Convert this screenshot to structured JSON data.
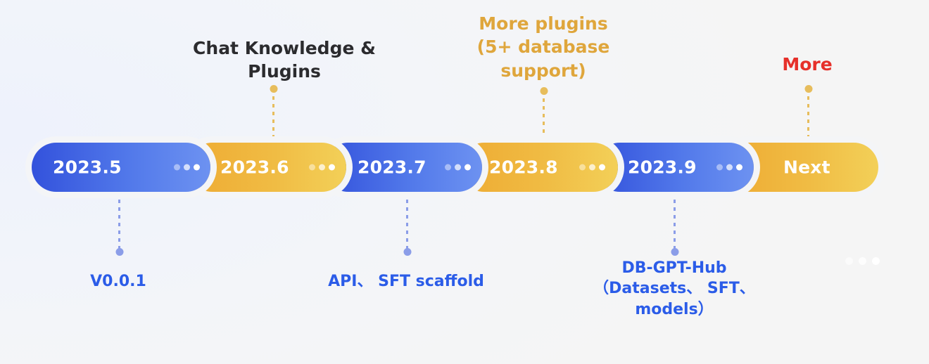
{
  "theme": {
    "background": "#f5f5f5",
    "blue_start": "#3352dc",
    "blue_end": "#6d92f1",
    "gold_start": "#eeab33",
    "gold_end": "#f3d058",
    "text_dark": "#2b2b2e",
    "text_gold": "#dfa63c",
    "text_red": "#e6302a",
    "text_blue": "#2b5ce8",
    "connector_gold": "#e7bd5c",
    "connector_blue": "#8b9de8"
  },
  "timeline": {
    "segments": [
      {
        "label": "2023.5",
        "color": "blue",
        "ellipsis": "•••"
      },
      {
        "label": "2023.6",
        "color": "gold",
        "ellipsis": "•••"
      },
      {
        "label": "2023.7",
        "color": "blue",
        "ellipsis": "•••"
      },
      {
        "label": "2023.8",
        "color": "gold",
        "ellipsis": "•••"
      },
      {
        "label": "2023.9",
        "color": "blue",
        "ellipsis": "•••"
      },
      {
        "label": "Next",
        "color": "gold",
        "ellipsis": ""
      }
    ]
  },
  "callouts_above": [
    {
      "text": "Chat Knowledge &\nPlugins",
      "style": "dark",
      "segment": "2023.6"
    },
    {
      "text": "More plugins\n(5+ database\nsupport)",
      "style": "gold",
      "segment": "2023.8"
    },
    {
      "text": "More",
      "style": "red",
      "segment": "Next"
    }
  ],
  "callouts_below": [
    {
      "text": "V0.0.1",
      "style": "blue",
      "segment": "2023.5"
    },
    {
      "text": "API、 SFT scaffold",
      "style": "blue",
      "segment": "2023.7"
    },
    {
      "text": "DB-GPT-Hub\n（Datasets、 SFT、\nmodels）",
      "style": "blue",
      "segment": "2023.9"
    }
  ],
  "trailing_dots": "•••"
}
